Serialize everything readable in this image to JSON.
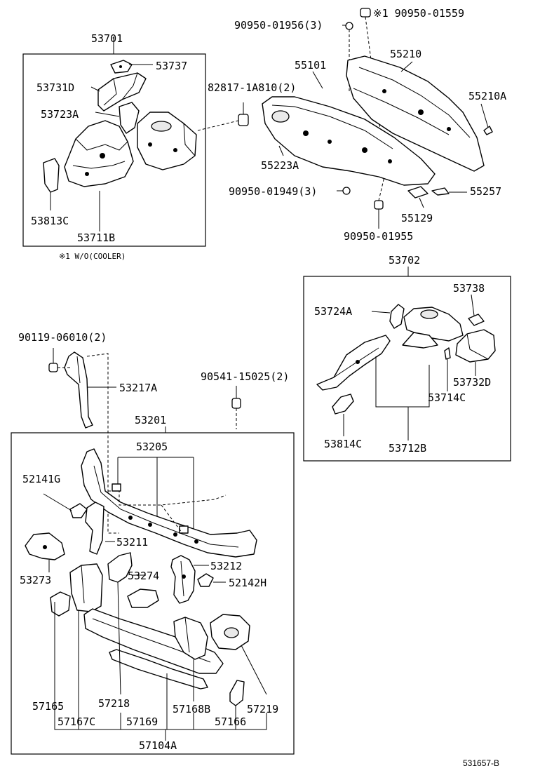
{
  "note": "※1 W/O(COOLER)",
  "reference": "531657-B",
  "labels": {
    "p53701": "53701",
    "p53737": "53737",
    "p53731D": "53731D",
    "p53723A": "53723A",
    "p53813C": "53813C",
    "p53711B": "53711B",
    "p82817": "82817-1A810(2)",
    "p90950_01956": "90950-01956(3)",
    "p90950_01559": "※1 90950-01559",
    "p55101": "55101",
    "p55210": "55210",
    "p55210A": "55210A",
    "p55223A": "55223A",
    "p90950_01949": "90950-01949(3)",
    "p55257": "55257",
    "p55129": "55129",
    "p90950_01955": "90950-01955",
    "p53702": "53702",
    "p53724A": "53724A",
    "p53738": "53738",
    "p53732D": "53732D",
    "p53714C": "53714C",
    "p53814C": "53814C",
    "p53712B": "53712B",
    "p90119": "90119-06010(2)",
    "p53217A": "53217A",
    "p90541": "90541-15025(2)",
    "p53201": "53201",
    "p53205": "53205",
    "p52141G": "52141G",
    "p53211": "53211",
    "p53273": "53273",
    "p53212": "53212",
    "p53274": "53274",
    "p52142H": "52142H",
    "p57165": "57165",
    "p57218": "57218",
    "p57168B": "57168B",
    "p57219": "57219",
    "p57167C": "57167C",
    "p57169": "57169",
    "p57166": "57166",
    "p57104A": "57104A"
  }
}
